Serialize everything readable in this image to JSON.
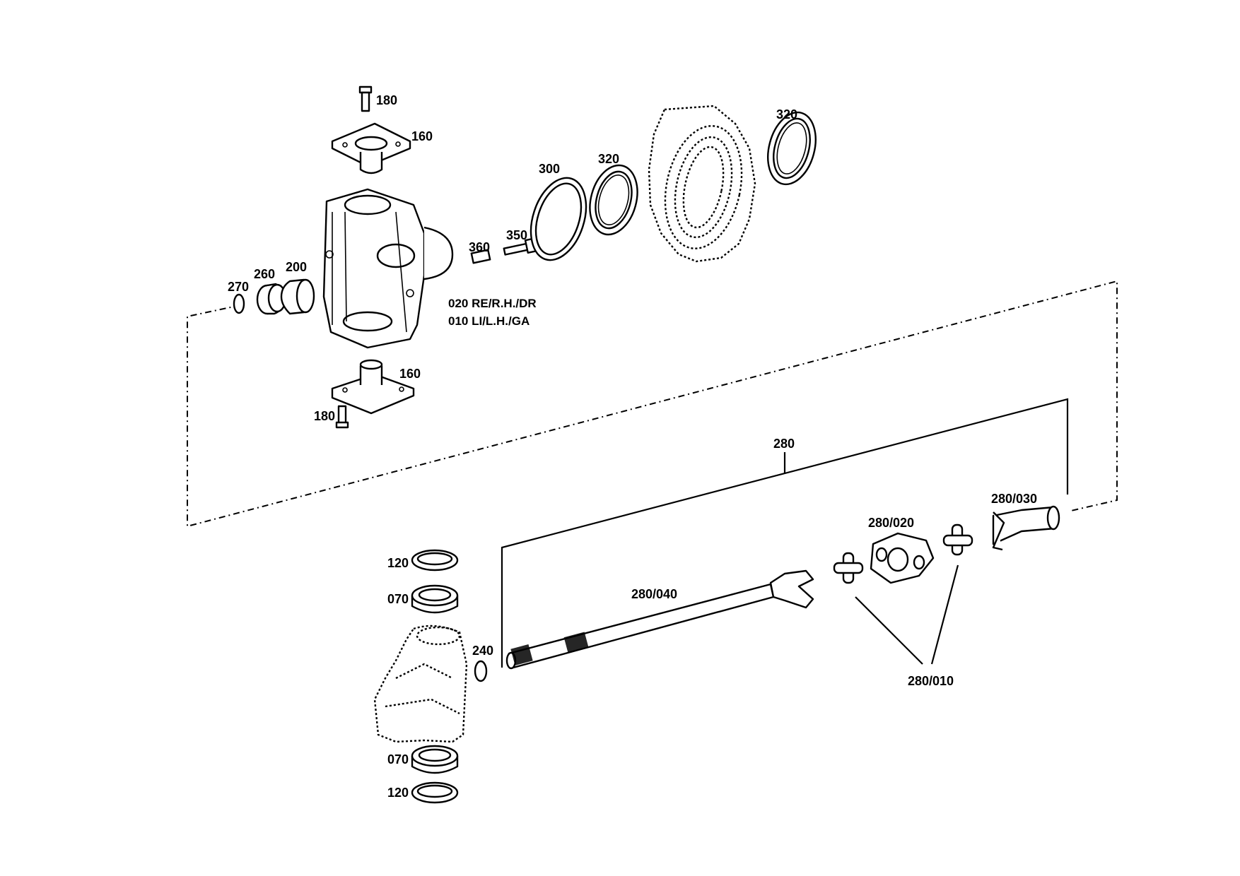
{
  "diagram": {
    "labels": {
      "bolt_top": "180",
      "cap_top": "160",
      "seal_300": "300",
      "seal_320_a": "320",
      "seal_320_b": "320",
      "pin_360": "360",
      "bolt_350": "350",
      "ring_270": "270",
      "bearing_260": "260",
      "bushing_200": "200",
      "cap_bottom": "160",
      "bolt_bottom": "180",
      "assembly_280": "280",
      "yoke_280_030": "280/030",
      "coupling_280_020": "280/020",
      "shaft_280_040": "280/040",
      "seal_120_top": "120",
      "bearing_070_top": "070",
      "ring_240": "240",
      "cross_280_010": "280/010",
      "bearing_070_bottom": "070",
      "seal_120_bottom": "120"
    },
    "notes": {
      "variant_rh": "020 RE/R.H./DR",
      "variant_lh": "010 LI/L.H./GA"
    }
  }
}
